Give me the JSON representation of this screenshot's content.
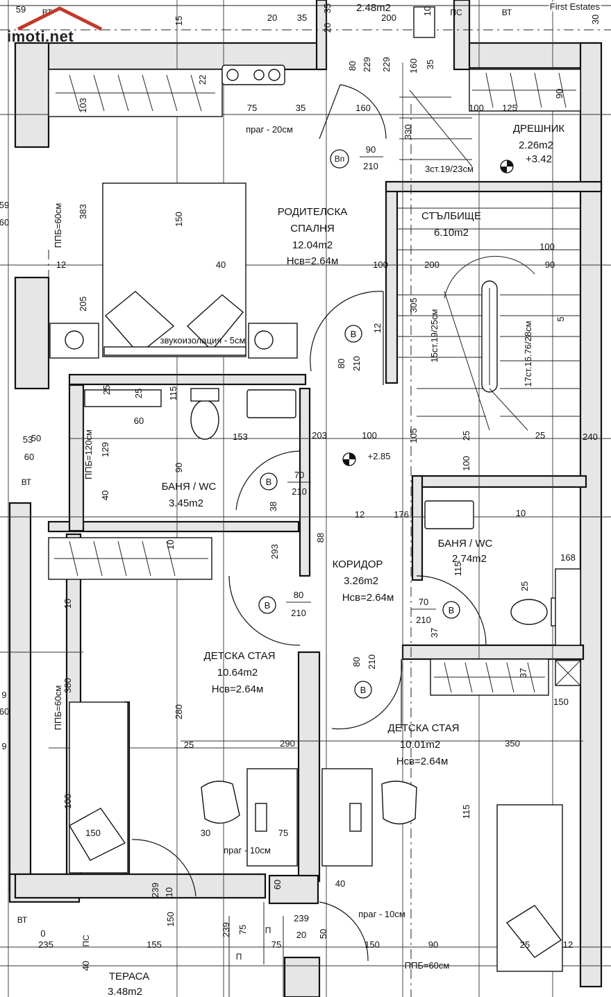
{
  "brand_logo": "imoti.net",
  "brand_watermark": "First Estates",
  "colors": {
    "wall_fill": "#e6e6e6",
    "line": "#111111",
    "accent_red": "#c0392b"
  },
  "rooms": {
    "parent_bedroom": {
      "name_line1": "РОДИТЕЛСКА",
      "name_line2": "СПАЛНЯ",
      "area": "12.04m2",
      "height": "Нсв=2.64м"
    },
    "closet": {
      "name": "ДРЕШНИК",
      "area": "2.26m2",
      "level": "+3.42"
    },
    "staircase": {
      "name": "СТЪЛБИЩЕ",
      "area": "6.10m2"
    },
    "bath1": {
      "name": "БАНЯ / WC",
      "area": "3.45m2"
    },
    "bath2": {
      "name": "БАНЯ / WC",
      "area": "2.74m2"
    },
    "corridor": {
      "name": "КОРИДОР",
      "area": "3.26m2",
      "height": "Нсв=2.64м"
    },
    "kids1": {
      "name": "ДЕТСКА СТАЯ",
      "area": "10.64m2",
      "height": "Нсв=2.64м"
    },
    "kids2": {
      "name": "ДЕТСКА СТАЯ",
      "area": "10.01m2",
      "height": "Нсв=2.64м"
    },
    "terrace": {
      "name": "ТЕРАСА",
      "area": "3.48m2"
    },
    "top_room": {
      "area": "2.48m2"
    }
  },
  "notes": {
    "threshold20": "праг - 20см",
    "threshold10a": "праг - 10см",
    "threshold10b": "праг - 10см",
    "sound": "звукоизолация - 5см",
    "stairs3": "3ст.19/23см",
    "stairs15": "15ст.19/25см",
    "stairs17": "17ст.16.76/28см",
    "level285": "+2.85",
    "ppb60_1": "ППБ=60см",
    "ppb120": "ППБ=120см",
    "ppb60_2": "ППБ=60см",
    "ppb60_3": "ППБ=60см",
    "ps1": "ПС",
    "ps2": "ПС",
    "vt1": "ВТ",
    "vt2": "ВТ",
    "vt3": "ВТ",
    "vt4": "ВТ",
    "p1": "П",
    "p2": "П",
    "vp": "Вп"
  },
  "door_marks": [
    "В",
    "В",
    "В",
    "В",
    "В"
  ],
  "door_sizes": [
    {
      "w": "90",
      "h": "210"
    },
    {
      "w": "80",
      "h": "210"
    },
    {
      "w": "70",
      "h": "210"
    },
    {
      "w": "80",
      "h": "210"
    },
    {
      "w": "70",
      "h": "210"
    },
    {
      "w": "80",
      "h": "210"
    }
  ],
  "dims": [
    "20",
    "35",
    "200",
    "10",
    "30",
    "15",
    "35",
    "20",
    "22",
    "75",
    "35",
    "160",
    "229",
    "80",
    "229",
    "160",
    "35",
    "100",
    "125",
    "90",
    "103",
    "330",
    "150",
    "383",
    "40",
    "12",
    "100",
    "200",
    "100",
    "90",
    "205",
    "305",
    "5",
    "12",
    "203",
    "100",
    "105",
    "25",
    "100",
    "25",
    "240",
    "153",
    "90",
    "60",
    "129",
    "60",
    "53",
    "40",
    "25",
    "25",
    "115",
    "12",
    "176",
    "10",
    "38",
    "293",
    "88",
    "25",
    "168",
    "115",
    "10",
    "37",
    "37",
    "150",
    "380",
    "280",
    "25",
    "290",
    "350",
    "115",
    "100",
    "150",
    "30",
    "75",
    "239",
    "10",
    "40",
    "150",
    "239",
    "75",
    "239",
    "20",
    "235",
    "155",
    "40",
    "75",
    "50",
    "150",
    "90",
    "25",
    "12",
    "10",
    "60",
    "50",
    "59",
    "60",
    "9",
    "60",
    "9",
    "0",
    "59",
    "50"
  ]
}
